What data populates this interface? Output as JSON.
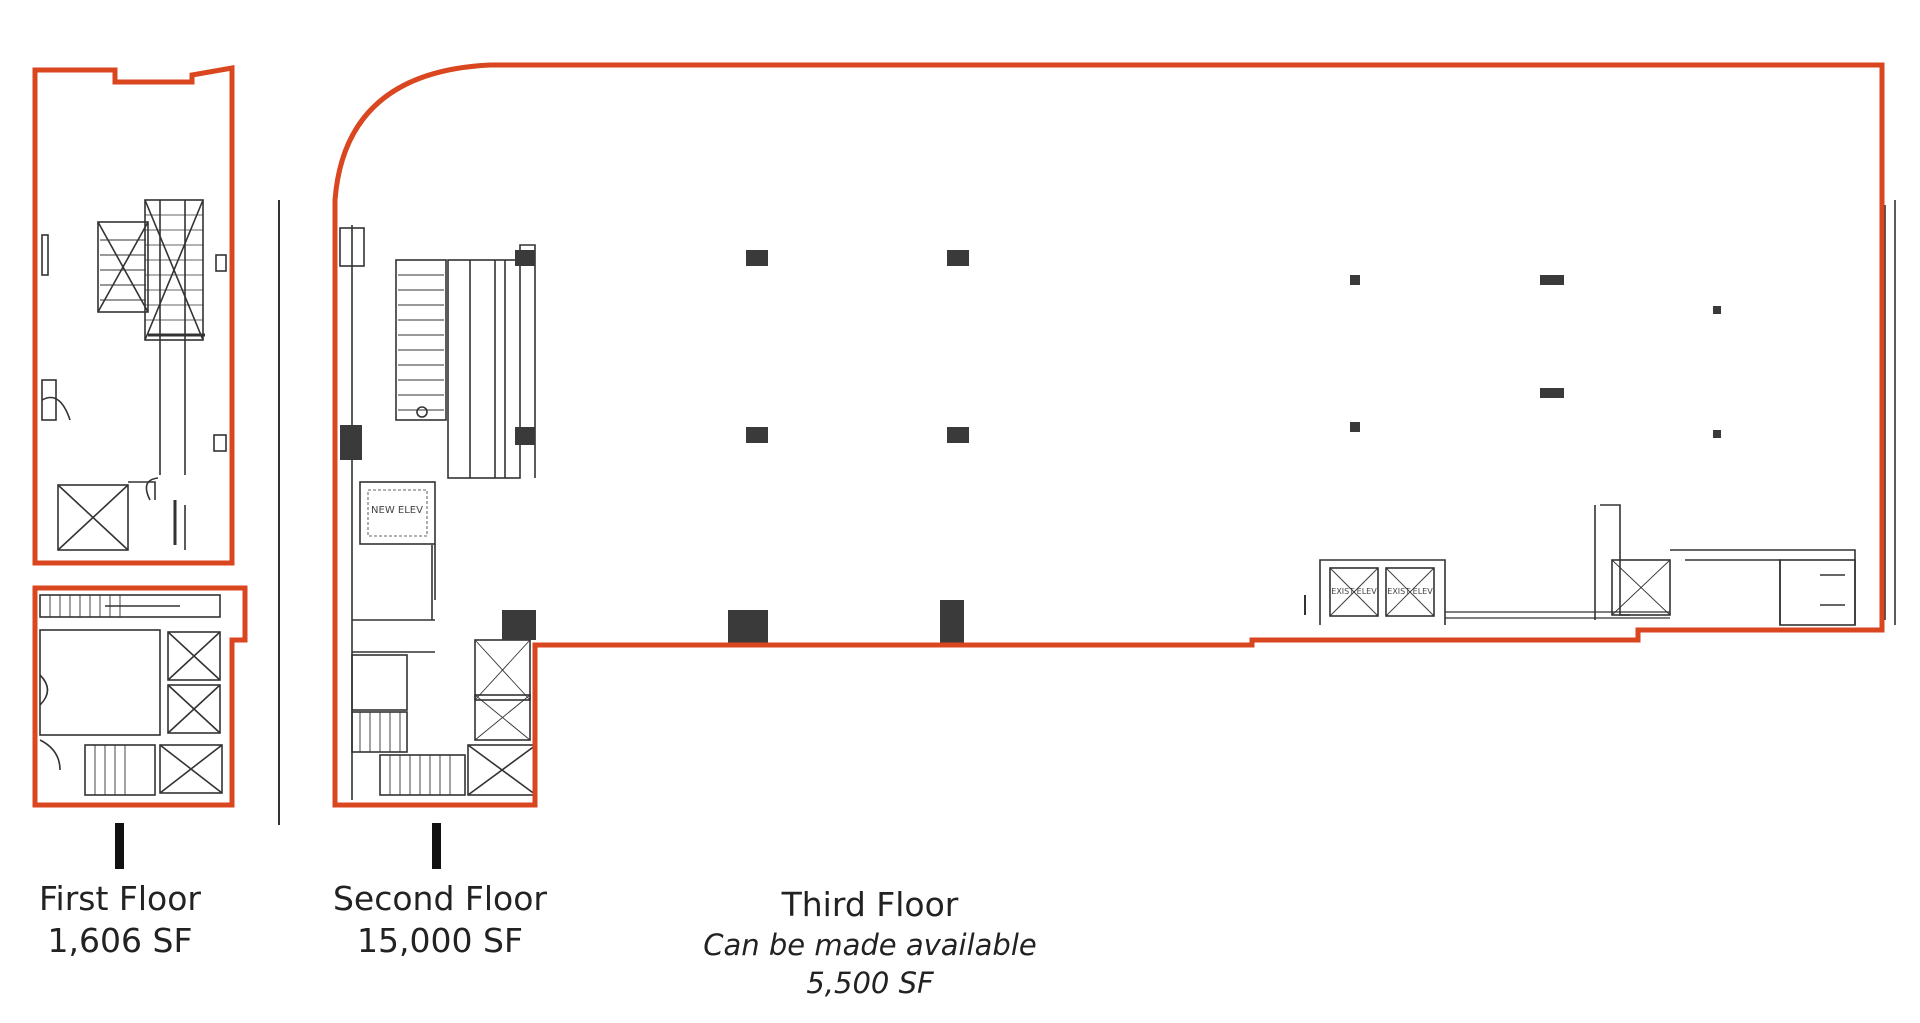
{
  "floors": [
    {
      "name": "First Floor",
      "area": "1,606 SF"
    },
    {
      "name": "Second Floor",
      "area": "15,000 SF"
    },
    {
      "name": "Third Floor",
      "note": "Can be made available",
      "area": "5,500 SF"
    }
  ],
  "room_labels": {
    "new_elevator": "NEW ELEV",
    "exist_elevator": "EXIST ELEV"
  },
  "colors": {
    "outline": "#d9461f",
    "linework": "#333333",
    "column": "#3a3a3a",
    "text": "#222222"
  }
}
